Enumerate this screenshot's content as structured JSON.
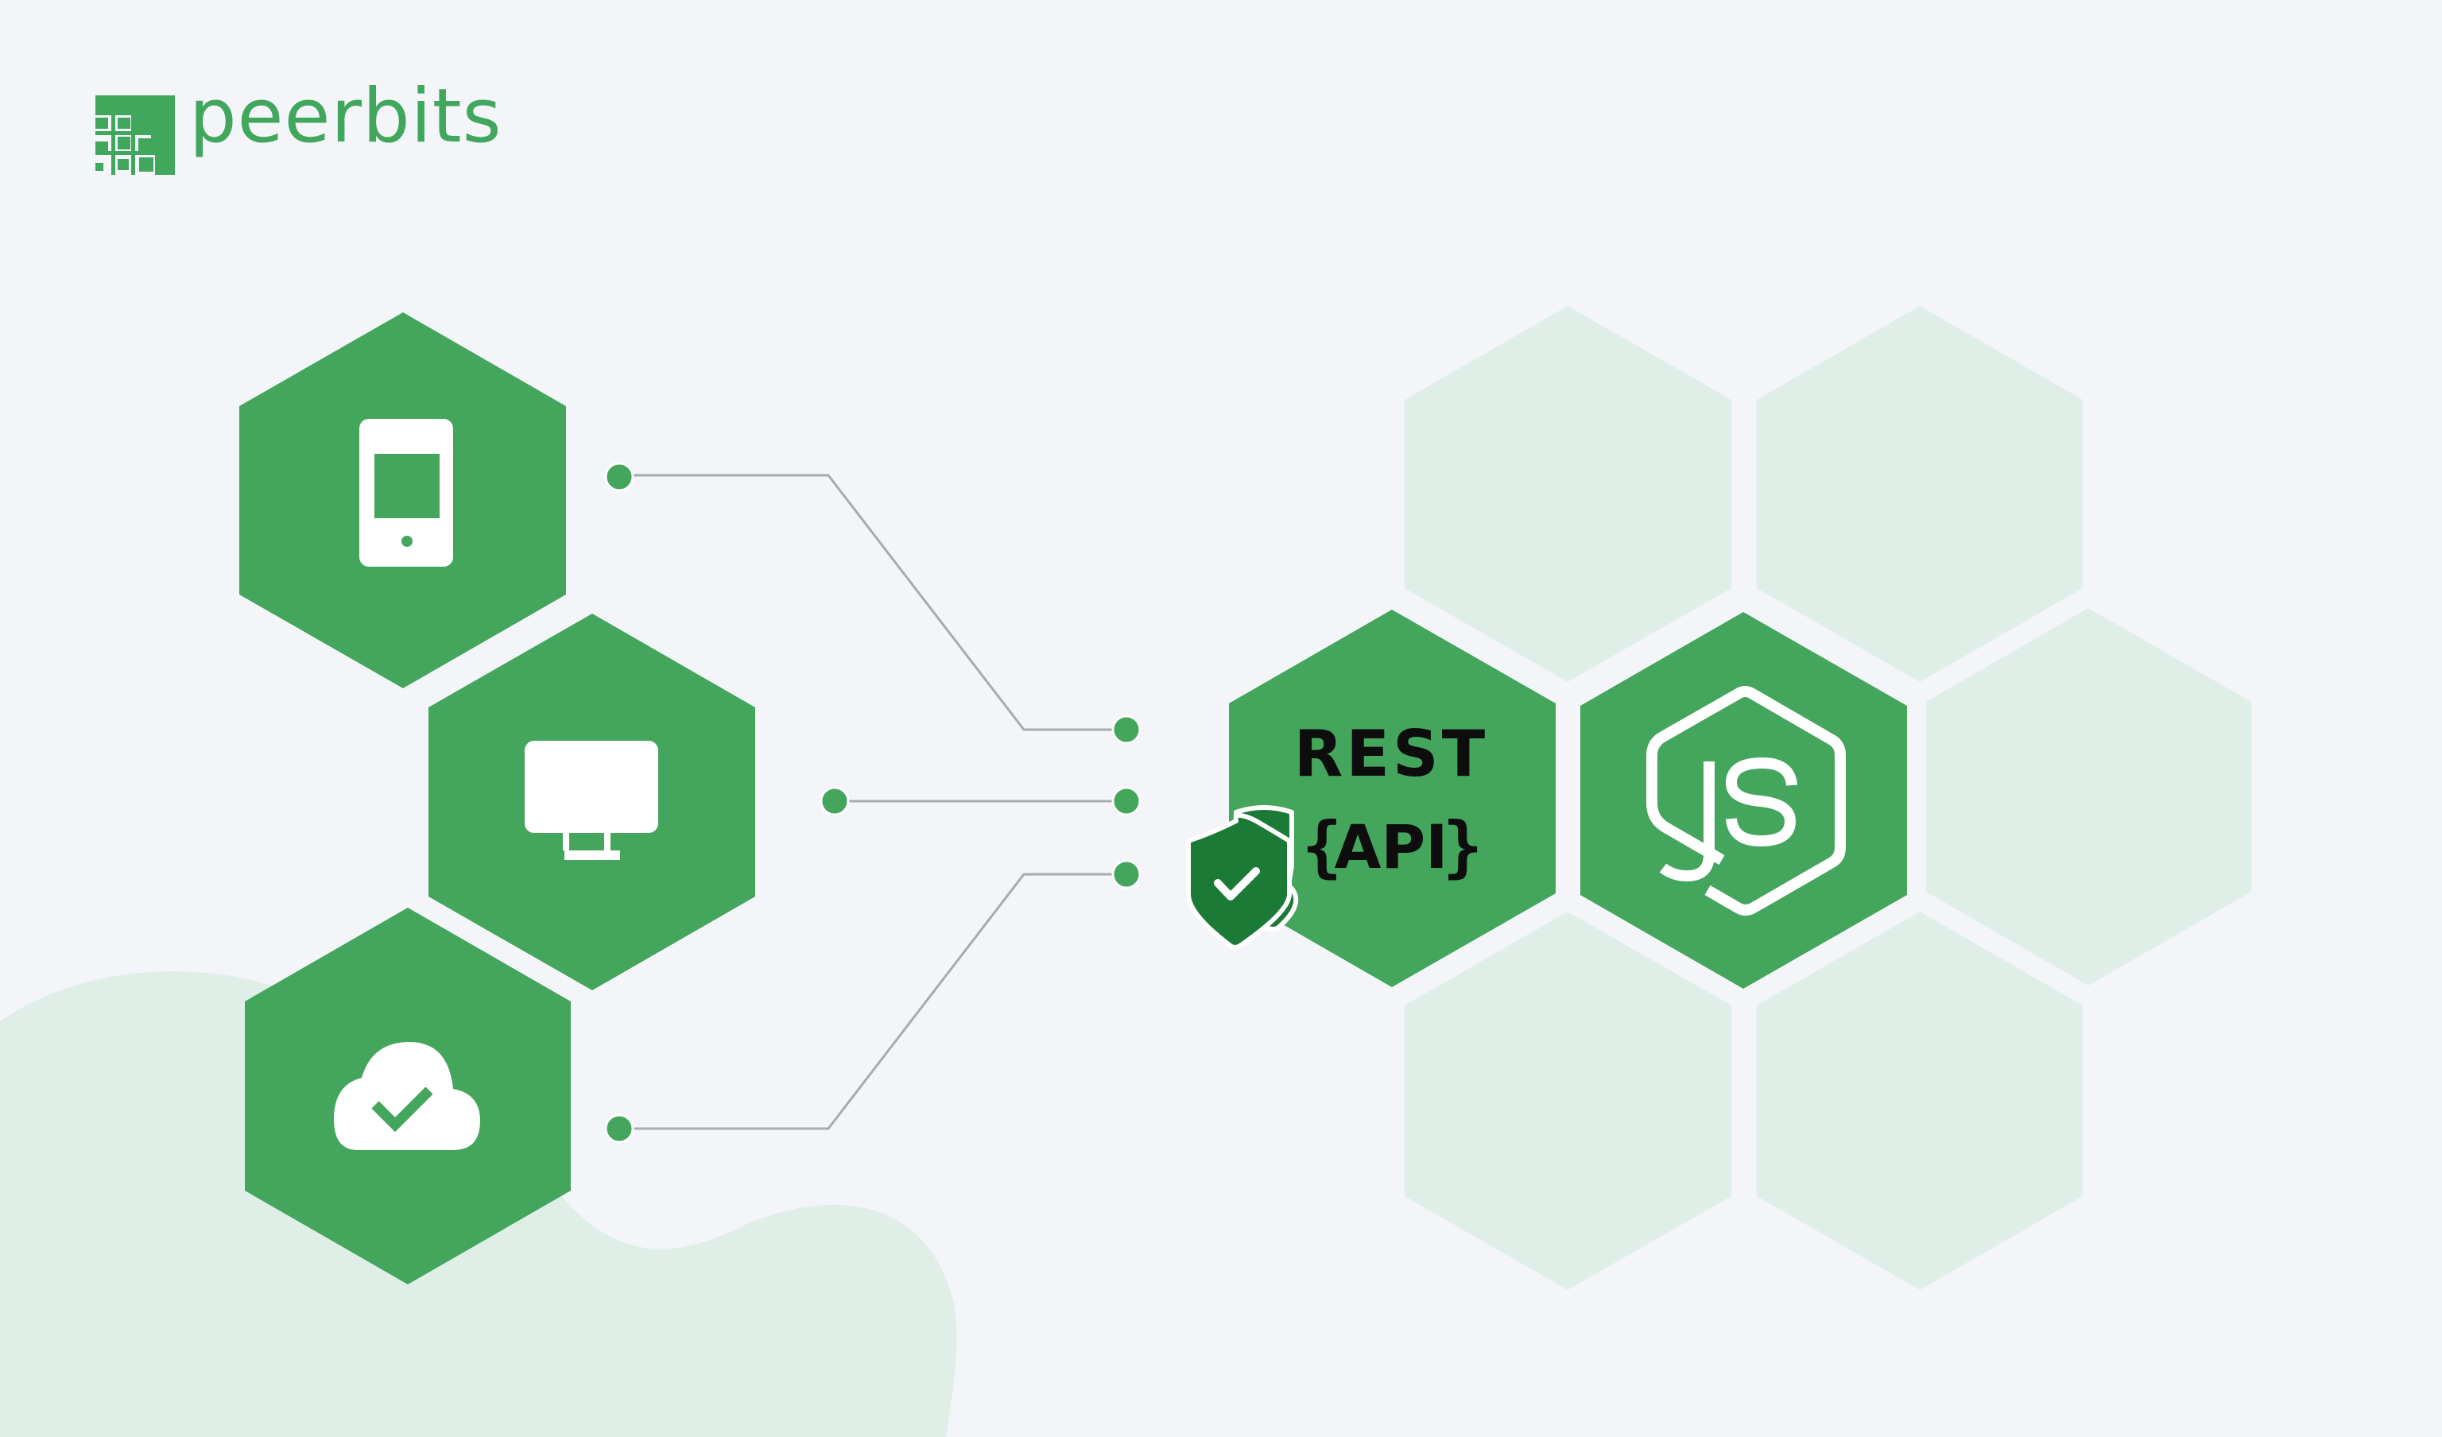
{
  "brand": {
    "name": "peerbits",
    "color": "#40a75c",
    "logo_icon": "stairs-squares-logo-icon"
  },
  "clients": [
    {
      "name": "mobile",
      "icon": "tablet-icon"
    },
    {
      "name": "desktop",
      "icon": "monitor-icon"
    },
    {
      "name": "cloud",
      "icon": "cloud-check-icon"
    }
  ],
  "api": {
    "line1": "REST",
    "line2": "API",
    "brace_open": "{",
    "brace_close": "}",
    "badge_icon": "shield-check-icon"
  },
  "runtime": {
    "icon": "nodejs-icon"
  },
  "colors": {
    "background": "#f3f5f9",
    "hex_green": "#43a65c",
    "hex_pale": "#e0eee8",
    "shield_dark": "#1b7a35",
    "connector": "#a7abb0"
  }
}
